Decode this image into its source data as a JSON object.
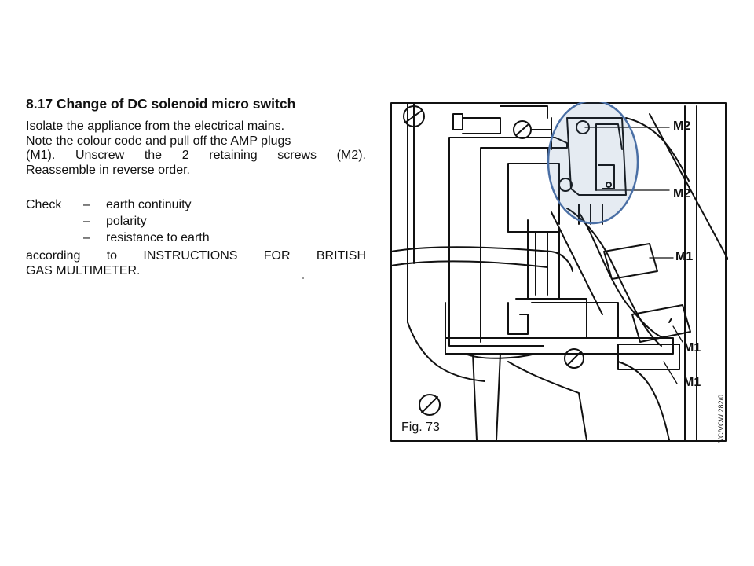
{
  "section": {
    "heading": "8.17 Change of DC solenoid micro switch",
    "lines": [
      "Isolate the appliance from the electrical mains.",
      "Note the colour code and pull off the AMP plugs",
      "(M1). Unscrew the 2 retaining screws (M2).",
      "Reassemble in reverse order."
    ],
    "check_label": "Check",
    "check_dash": "–",
    "check_items": [
      "earth continuity",
      "polarity",
      "resistance to earth"
    ],
    "closing_lines": [
      "according to INSTRUCTIONS FOR BRITISH",
      "GAS MULTIMETER."
    ]
  },
  "figure": {
    "caption": "Fig. 73",
    "reference": "VC/VCW 282/0",
    "callouts": [
      "M2",
      "M2",
      "M1",
      "M1",
      "M1"
    ],
    "highlight_color": "#4a6fa5"
  }
}
